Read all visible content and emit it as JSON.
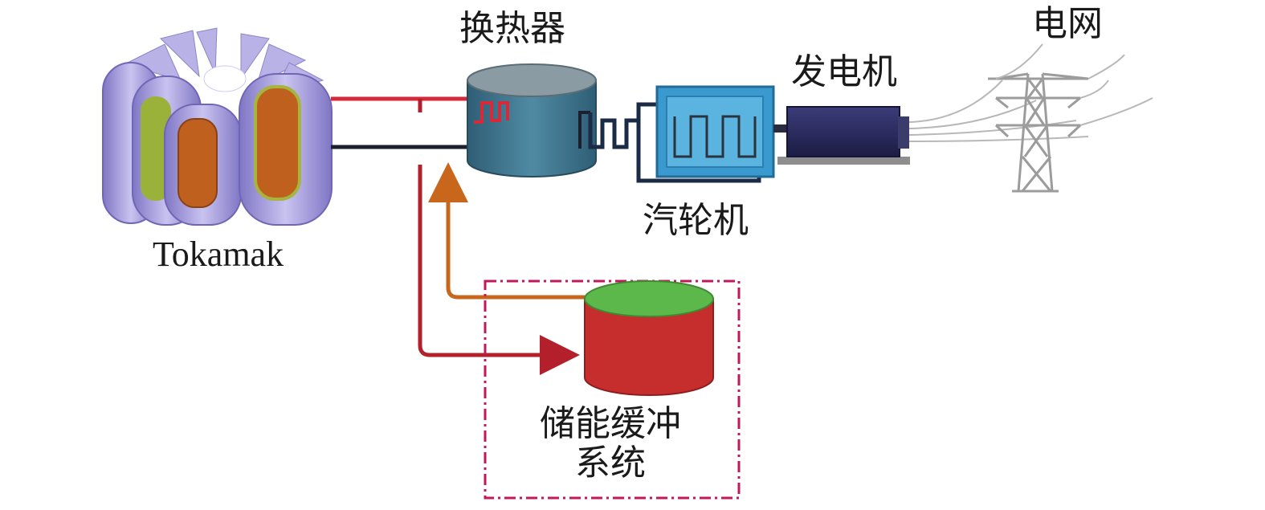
{
  "labels": {
    "heat_exchanger": "换热器",
    "generator": "发电机",
    "grid": "电网",
    "turbine": "汽轮机",
    "tokamak": "Tokamak",
    "storage_line1": "储能缓冲",
    "storage_line2": "系统"
  },
  "colors": {
    "hot_pipe": "#d42a3a",
    "cold_pipe": "#1b1f2e",
    "return_pipe": "#c8661c",
    "storage_feed": "#b3202c",
    "storage_body": "#c62d2d",
    "storage_top": "#5cb84a",
    "exchanger_body": "#3e7087",
    "turbine_body": "#3a9ad0",
    "generator_body": "#2a2a5e",
    "dashed_box": "#c2185b",
    "tokamak_coil": "#9a8fd6",
    "tokamak_core": "#c0601e"
  }
}
